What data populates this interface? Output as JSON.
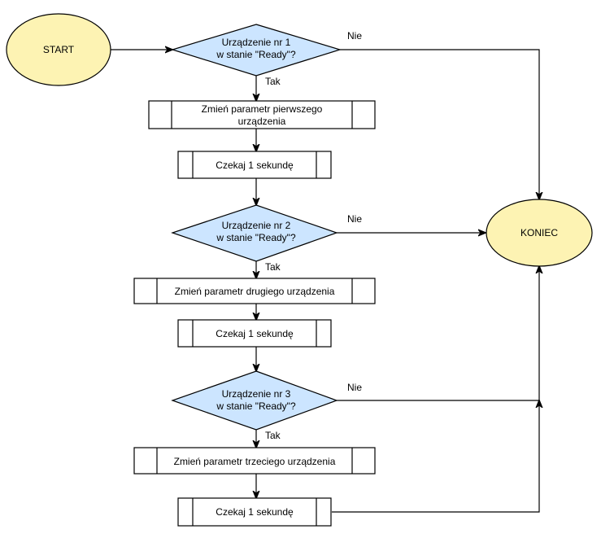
{
  "colors": {
    "terminal_fill": "#fdf3b3",
    "decision_fill": "#cce5ff",
    "process_fill": "#ffffff",
    "stroke": "#000000"
  },
  "start": {
    "label": "START"
  },
  "end": {
    "label": "KONIEC"
  },
  "decision1": {
    "line1": "Urządzenie nr 1",
    "line2": "w stanie \"Ready\"?",
    "yes": "Tak",
    "no": "Nie"
  },
  "process1": {
    "line1": "Zmień parametr pierwszego",
    "line2": "urządzenia"
  },
  "wait1": {
    "label": "Czekaj 1 sekundę"
  },
  "decision2": {
    "line1": "Urządzenie nr 2",
    "line2": "w stanie \"Ready\"?",
    "yes": "Tak",
    "no": "Nie"
  },
  "process2": {
    "label": "Zmień parametr drugiego urządzenia"
  },
  "wait2": {
    "label": "Czekaj 1 sekundę"
  },
  "decision3": {
    "line1": "Urządzenie nr 3",
    "line2": "w stanie \"Ready\"?",
    "yes": "Tak",
    "no": "Nie"
  },
  "process3": {
    "label": "Zmień parametr trzeciego urządzenia"
  },
  "wait3": {
    "label": "Czekaj 1 sekundę"
  }
}
